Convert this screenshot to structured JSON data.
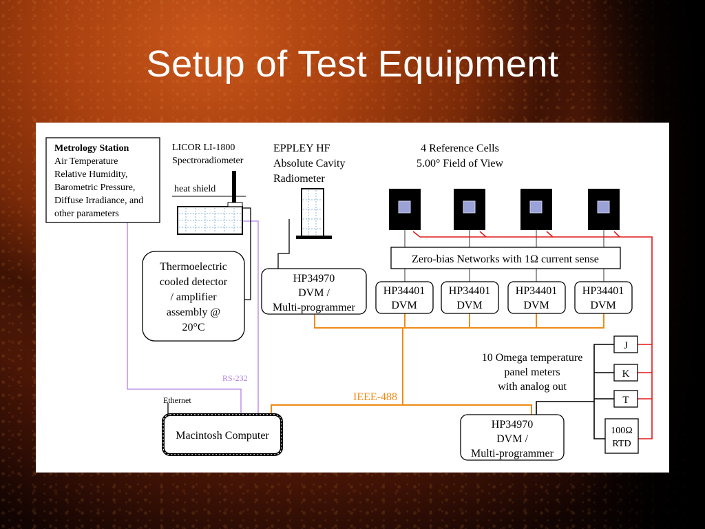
{
  "slide": {
    "title": "Setup of Test Equipment"
  },
  "colors": {
    "orange": "#f08a14",
    "red": "#e01818",
    "purple": "#b47fe6",
    "black": "#000000"
  },
  "metrology": {
    "heading": "Metrology Station",
    "lines": [
      "Air Temperature",
      "Relative Humidity,",
      "Barometric Pressure,",
      "Diffuse Irradiance, and",
      "other parameters"
    ]
  },
  "licor": {
    "lines": [
      "LICOR LI-1800",
      "Spectroradiometer"
    ],
    "heat_shield": "heat shield"
  },
  "tec": {
    "lines": [
      "Thermoelectric",
      "cooled detector",
      "/ amplifier",
      "assembly @",
      "20°C"
    ]
  },
  "eppley": {
    "lines": [
      "EPPLEY HF",
      "Absolute Cavity",
      "Radiometer"
    ]
  },
  "ref_cells": {
    "lines": [
      "4 Reference Cells",
      "5.00° Field of View"
    ]
  },
  "zero_bias": {
    "label": "Zero-bias Networks with 1Ω current sense"
  },
  "hp34970_top": {
    "lines": [
      "HP34970",
      "DVM /",
      "Multi-programmer"
    ]
  },
  "hp34401": [
    {
      "line1": "HP34401",
      "line2": "DVM"
    },
    {
      "line1": "HP34401",
      "line2": "DVM"
    },
    {
      "line1": "HP34401",
      "line2": "DVM"
    },
    {
      "line1": "HP34401",
      "line2": "DVM"
    }
  ],
  "omega": {
    "lines": [
      "10 Omega temperature",
      "panel meters",
      "with analog out"
    ]
  },
  "sensors": [
    "J",
    "K",
    "T"
  ],
  "rtd": {
    "line1": "100Ω",
    "line2": "RTD"
  },
  "hp34970_bottom": {
    "lines": [
      "HP34970",
      "DVM /",
      "Multi-programmer"
    ]
  },
  "bus": {
    "ieee": "IEEE-488",
    "rs232": "RS-232",
    "ethernet": "Ethernet"
  },
  "computer": {
    "label": "Macintosh Computer"
  }
}
